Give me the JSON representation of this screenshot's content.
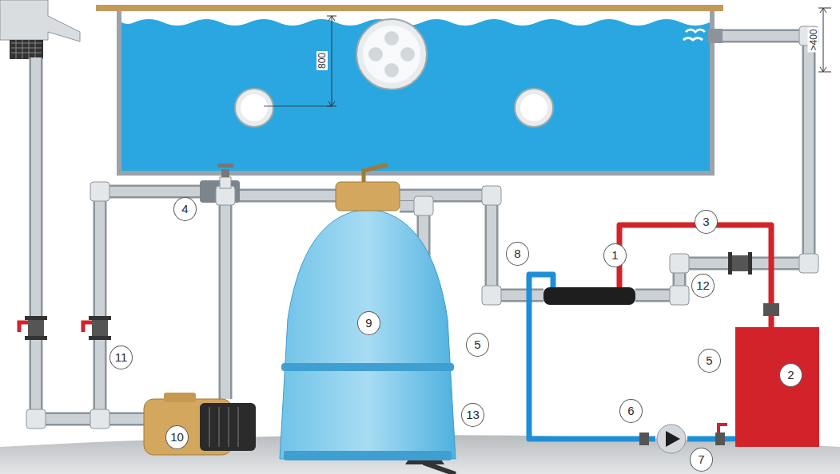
{
  "diagram": {
    "labels": [
      "3",
      "4",
      "1",
      "8",
      "12",
      "9",
      "5",
      "11",
      "5",
      "2",
      "6",
      "13",
      "10",
      "7",
      "800",
      ">400"
    ]
  }
}
